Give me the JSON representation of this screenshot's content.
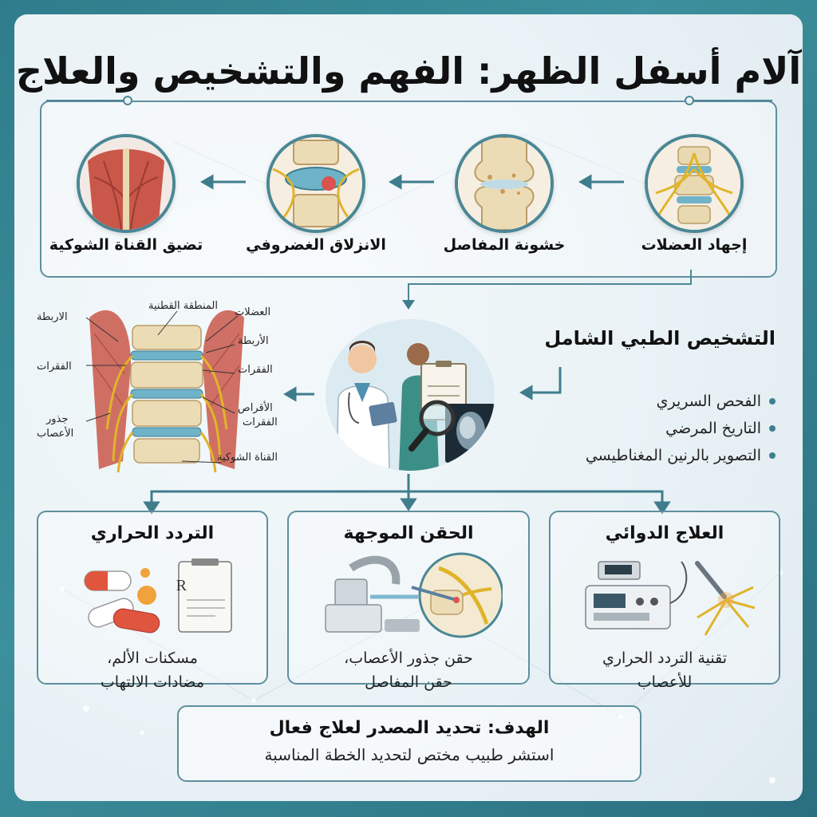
{
  "title": "آلام أسفل الظهر: الفهم والتشخيص والعلاج",
  "causes": [
    {
      "label": "إجهاد العضلات",
      "icon": "lumbar-spine-nerves-icon"
    },
    {
      "label": "خشونة المفاصل",
      "icon": "arthritic-joint-icon"
    },
    {
      "label": "الانزلاق الغضروفي",
      "icon": "herniated-disc-icon"
    },
    {
      "label": "تضيق القناة الشوكية",
      "icon": "back-muscles-icon"
    }
  ],
  "anatomy": {
    "left_labels": [
      "الاربطة",
      "الفقرات",
      "جذور",
      "الأعصاب"
    ],
    "top_label": "المنطقة القطنية",
    "right_labels": [
      "العضلات",
      "الأربطة",
      "الفقرات",
      "الأقراص",
      "الفقرات",
      "القناة الشوكية"
    ]
  },
  "diagnosis": {
    "title": "التشخيص الطبي الشامل",
    "items": [
      "الفحص السريري",
      "التاريخ المرضي",
      "التصوير بالرنين المغناطيسي"
    ],
    "icon": "doctor-patient-mri-icon"
  },
  "treatments": [
    {
      "title": "التردد الحراري",
      "desc": [
        "مسكنات الألم،",
        "مضادات الالتهاب"
      ],
      "icon": "pills-prescription-icon"
    },
    {
      "title": "الحقن الموجهة",
      "desc": [
        "حقن جذور الأعصاب،",
        "حقن المفاصل"
      ],
      "icon": "c-arm-injection-icon"
    },
    {
      "title": "العلاج الدوائي",
      "desc": [
        "تقنية التردد الحراري",
        "للأعصاب"
      ],
      "icon": "rf-machine-icon"
    }
  ],
  "goal": {
    "title": "الهدف: تحديد المصدر لعلاج فعال",
    "subtitle": "استشر طبيب مختص لتحديد الخطة المناسبة"
  },
  "colors": {
    "teal": "#2f7d8c",
    "line": "#3f7d8d",
    "bone": "#e9d9b0",
    "disc": "#6fb3c9",
    "nerve": "#e0b42a",
    "muscle": "#c9574a",
    "pill_red": "#e0553e"
  }
}
